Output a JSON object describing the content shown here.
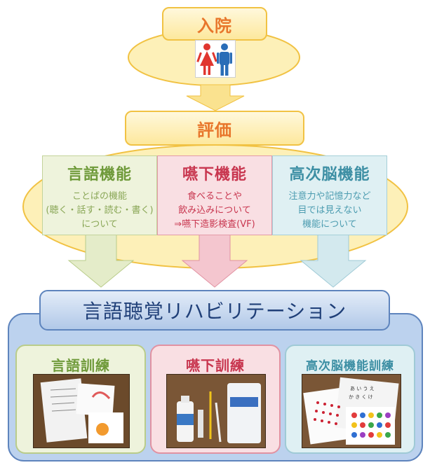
{
  "admission": {
    "label": "入院"
  },
  "evaluation": {
    "label": "評価"
  },
  "areas": [
    {
      "title": "言語機能",
      "lines": [
        "ことばの機能",
        "(聴く・話す・読む・書く)",
        "について"
      ]
    },
    {
      "title": "嚥下機能",
      "lines": [
        "食べることや",
        "飲み込みについて",
        "⇒嚥下造影検査(VF)"
      ]
    },
    {
      "title": "高次脳機能",
      "lines": [
        "注意力や記憶力など",
        "目では見えない",
        "機能について"
      ]
    }
  ],
  "rehab": {
    "label": "言語聴覚リハビリテーション"
  },
  "trainings": [
    {
      "title": "言語訓練"
    },
    {
      "title": "嚥下訓練"
    },
    {
      "title": "高次脳機能訓練"
    }
  ],
  "colors": {
    "ellipse_fill": "#fdf0b8",
    "ellipse_stroke": "#f1c243",
    "orange_text": "#e8762b",
    "green_text": "#6f9a3a",
    "red_text": "#c8364f",
    "teal_text": "#3d8fa4",
    "rehab_fill": "#b7cdea",
    "rehab_text": "#1f3f78"
  }
}
